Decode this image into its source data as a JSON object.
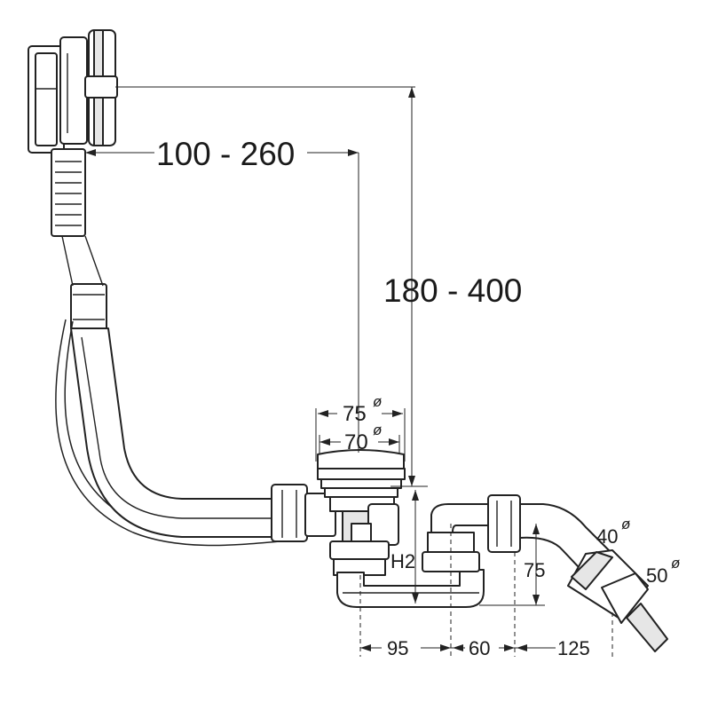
{
  "dimensions": {
    "overflow_offset": "100 - 260",
    "height_range": "180 - 400",
    "outer_diameter": "75",
    "inner_diameter": "70",
    "overflow_diameter": "40",
    "outlet_diameter": "50",
    "trap_height": "75",
    "trap_label": "H2",
    "span_1": "95",
    "span_2": "60",
    "span_3": "125"
  },
  "symbols": {
    "diameter": "ø"
  }
}
